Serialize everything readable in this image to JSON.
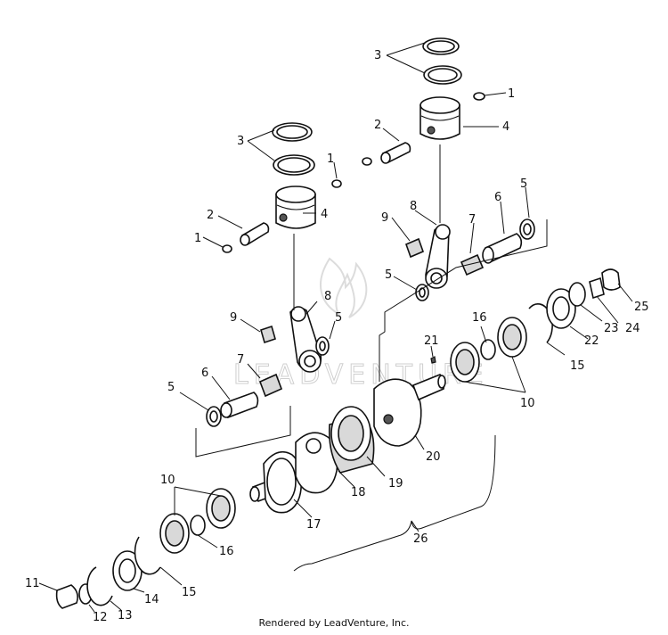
{
  "watermark": "LEADVENTURE",
  "footer": "Rendered by LeadVenture, Inc.",
  "parts": {
    "p1a": "1",
    "p1b": "1",
    "p1c": "1",
    "p2a": "2",
    "p2b": "2",
    "p3a": "3",
    "p3b": "3",
    "p4a": "4",
    "p4b": "4",
    "p5a": "5",
    "p5b": "5",
    "p5c": "5",
    "p5d": "5",
    "p6a": "6",
    "p6b": "6",
    "p7a": "7",
    "p7b": "7",
    "p8a": "8",
    "p8b": "8",
    "p9a": "9",
    "p9b": "9",
    "p10a": "10",
    "p10b": "10",
    "p11": "11",
    "p12": "12",
    "p13": "13",
    "p14": "14",
    "p15a": "15",
    "p15b": "15",
    "p16a": "16",
    "p16b": "16",
    "p17": "17",
    "p18": "18",
    "p19": "19",
    "p20": "20",
    "p21": "21",
    "p22": "22",
    "p23": "23",
    "p24": "24",
    "p25": "25",
    "p26": "26"
  }
}
